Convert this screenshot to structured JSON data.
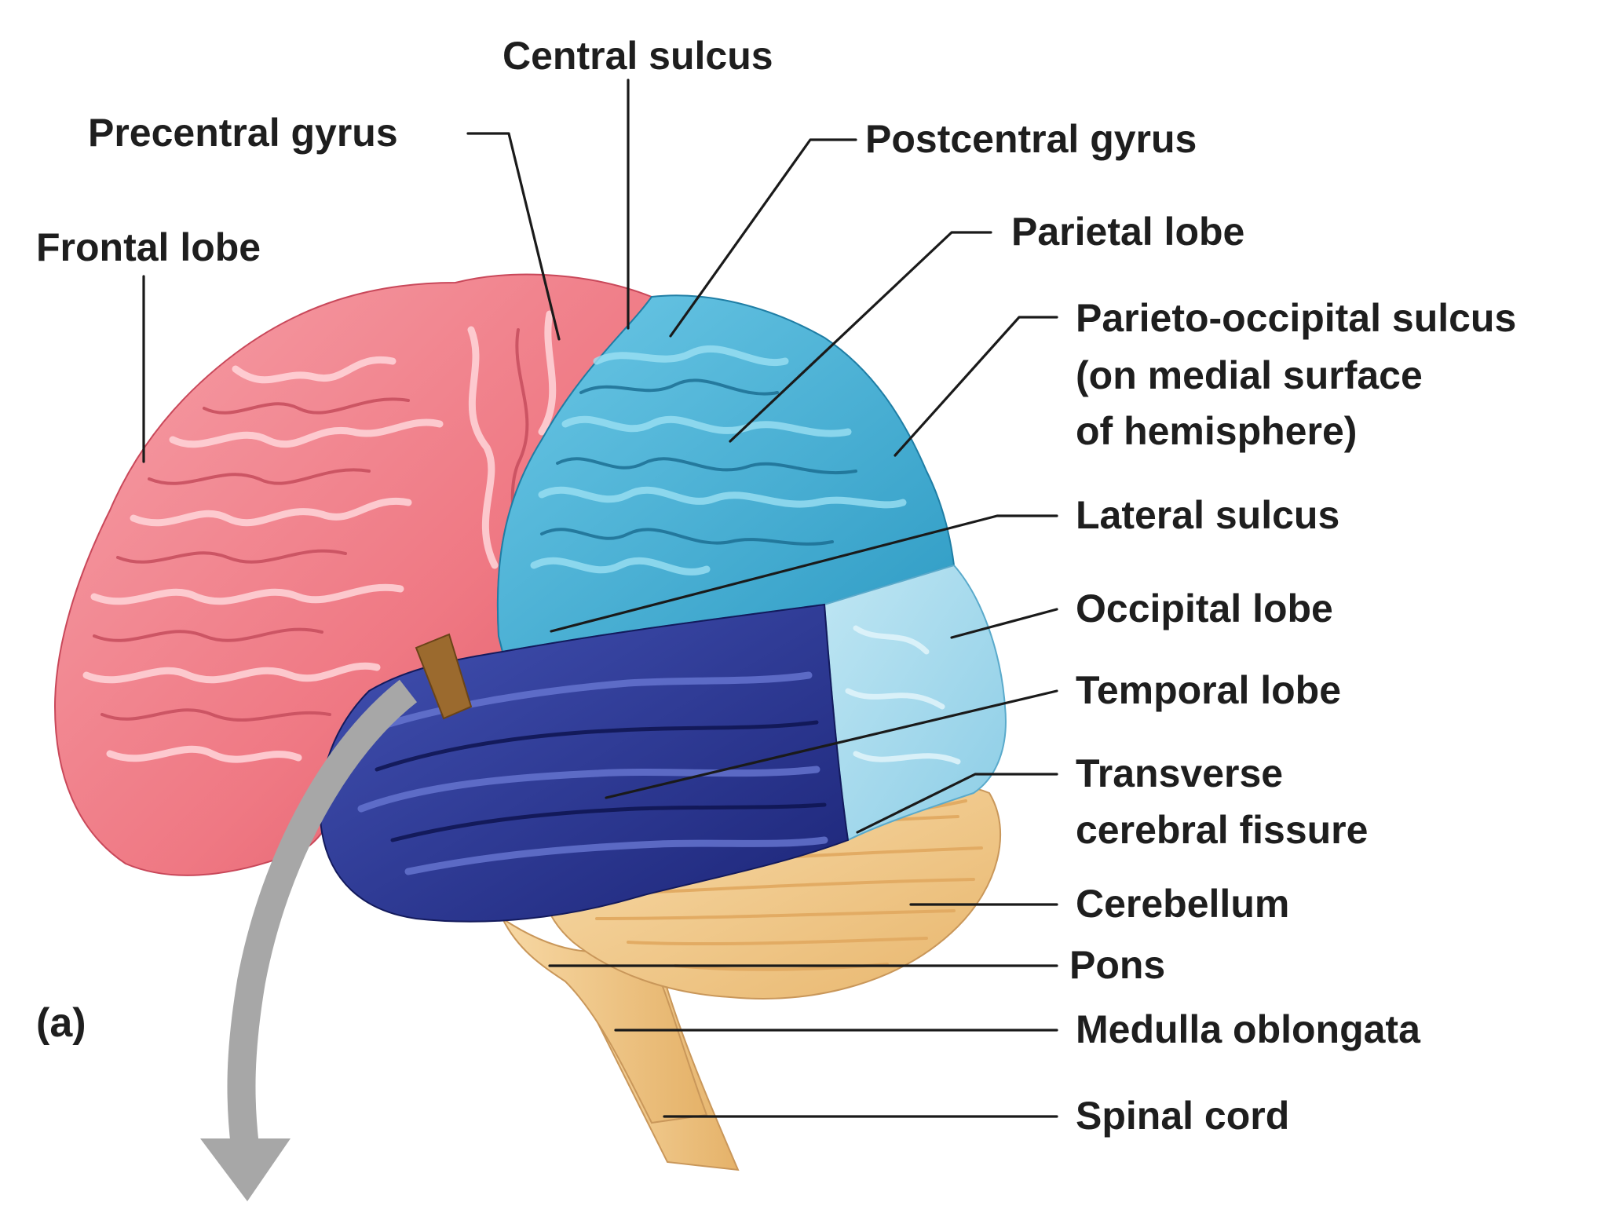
{
  "figure_tag": "(a)",
  "colors": {
    "frontal_lobe": "#f07b86",
    "parietal_lobe": "#4eb6d8",
    "occipital_lobe": "#a9dcee",
    "temporal_lobe": "#2c3896",
    "cerebellum": "#f2c98a",
    "brainstem": "#f2cc90",
    "arrow": "#a7a7a7",
    "olfactory_tract": "#9b6a2e"
  },
  "labels": {
    "central_sulcus": "Central sulcus",
    "precentral_gyrus": "Precentral gyrus",
    "postcentral_gyrus": "Postcentral gyrus",
    "frontal_lobe": "Frontal lobe",
    "parietal_lobe": "Parietal lobe",
    "parieto_occipital_sulcus": [
      "Parieto-occipital sulcus",
      "(on medial surface",
      "of hemisphere)"
    ],
    "lateral_sulcus": "Lateral sulcus",
    "occipital_lobe": "Occipital lobe",
    "temporal_lobe": "Temporal lobe",
    "transverse_cerebral_fissure": [
      "Transverse",
      "cerebral fissure"
    ],
    "cerebellum": "Cerebellum",
    "pons": "Pons",
    "medulla_oblongata": "Medulla oblongata",
    "spinal_cord": "Spinal cord"
  }
}
